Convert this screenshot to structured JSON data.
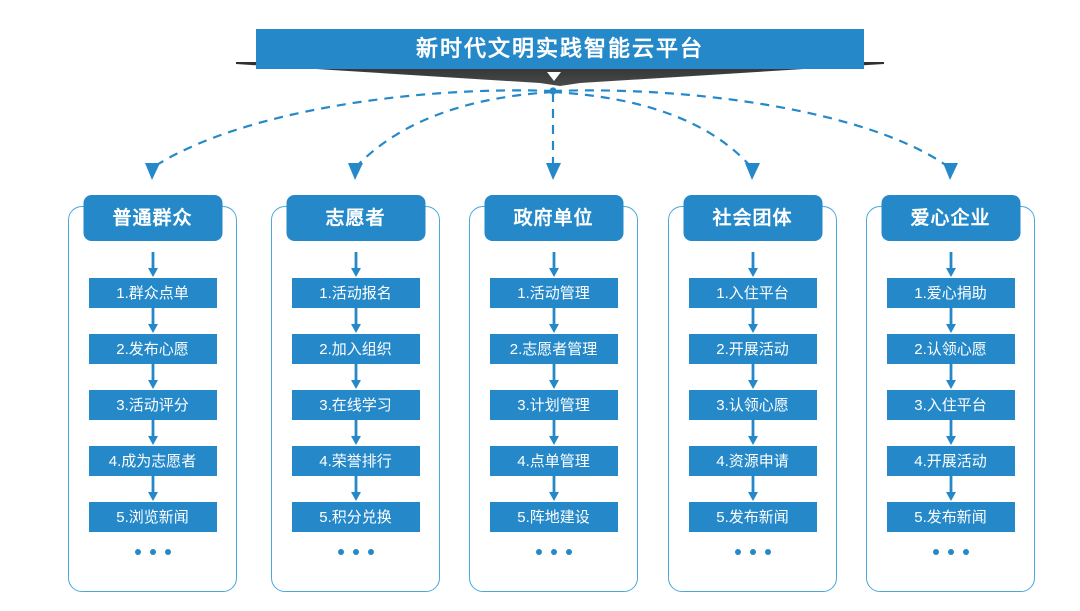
{
  "page": {
    "background_color": "#ffffff",
    "accent_color": "#2589c9",
    "frame_border_color": "#4aa8dd",
    "shadow_color": "#3a3a3a"
  },
  "banner": {
    "title": "新时代文明实践智能云平台",
    "chevron_icon": "chevron-down-icon"
  },
  "columns": [
    {
      "header": "普通群众",
      "steps": [
        "1.群众点单",
        "2.发布心愿",
        "3.活动评分",
        "4.成为志愿者",
        "5.浏览新闻"
      ],
      "more": "..."
    },
    {
      "header": "志愿者",
      "steps": [
        "1.活动报名",
        "2.加入组织",
        "3.在线学习",
        "4.荣誉排行",
        "5.积分兑换"
      ],
      "more": "..."
    },
    {
      "header": "政府单位",
      "steps": [
        "1.活动管理",
        "2.志愿者管理",
        "3.计划管理",
        "4.点单管理",
        "5.阵地建设"
      ],
      "more": "..."
    },
    {
      "header": "社会团体",
      "steps": [
        "1.入住平台",
        "2.开展活动",
        "3.认领心愿",
        "4.资源申请",
        "5.发布新闻"
      ],
      "more": "..."
    },
    {
      "header": "爱心企业",
      "steps": [
        "1.爱心捐助",
        "2.认领心愿",
        "3.入住平台",
        "4.开展活动",
        "5.发布新闻"
      ],
      "more": "..."
    }
  ]
}
